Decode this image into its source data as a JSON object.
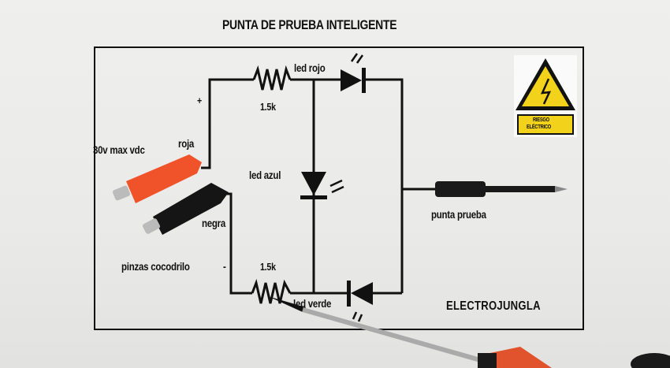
{
  "title": "PUNTA DE PRUEBA INTELIGENTE",
  "brand": "ELECTROJUNGLA",
  "warning_sign": {
    "line1": "RIESGO",
    "line2": "ELÉCTRICO",
    "color": "#f2d21a"
  },
  "labels": {
    "voltage": "30v max vdc",
    "red_clip": "roja",
    "black_clip": "negra",
    "clips": "pinzas cocodrilo",
    "plus": "+",
    "minus": "-",
    "resistor_top": "1.5k",
    "resistor_bottom": "1.5k",
    "led_red": "led rojo",
    "led_blue": "led azul",
    "led_green": "led verde",
    "probe": "punta prueba"
  },
  "colors": {
    "red_clip": "#f0522a",
    "black_clip": "#151515",
    "line": "#111111"
  }
}
